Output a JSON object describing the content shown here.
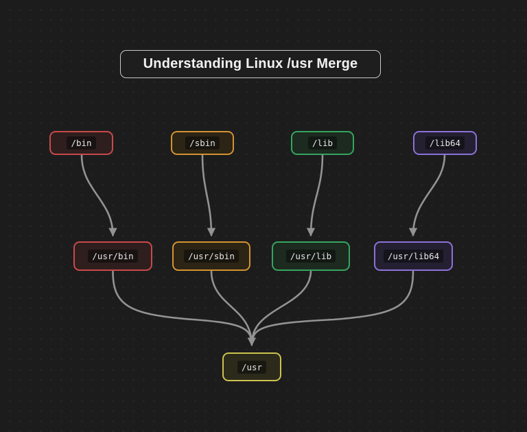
{
  "title": "Understanding Linux /usr Merge",
  "colors": {
    "red": "#c94a4a",
    "red_bg": "#2e1e1e",
    "orange": "#d3942f",
    "orange_bg": "#2c2415",
    "green": "#35a55e",
    "green_bg": "#1d2a20",
    "purple": "#8c72d8",
    "purple_bg": "#242031",
    "yellow": "#cdc24e",
    "yellow_bg": "#2b2a1b",
    "edge": "#939393",
    "title_border": "#c9c9c9"
  },
  "nodes": {
    "bin": {
      "label": "/bin"
    },
    "sbin": {
      "label": "/sbin"
    },
    "lib": {
      "label": "/lib"
    },
    "lib64": {
      "label": "/lib64"
    },
    "usr_bin": {
      "label": "/usr/bin"
    },
    "usr_sbin": {
      "label": "/usr/sbin"
    },
    "usr_lib": {
      "label": "/usr/lib"
    },
    "usr_lib64": {
      "label": "/usr/lib64"
    },
    "usr": {
      "label": "/usr"
    }
  },
  "edges": [
    {
      "from": "/bin",
      "to": "/usr/bin"
    },
    {
      "from": "/sbin",
      "to": "/usr/sbin"
    },
    {
      "from": "/lib",
      "to": "/usr/lib"
    },
    {
      "from": "/lib64",
      "to": "/usr/lib64"
    },
    {
      "from": "/usr/bin",
      "to": "/usr"
    },
    {
      "from": "/usr/sbin",
      "to": "/usr"
    },
    {
      "from": "/usr/lib",
      "to": "/usr"
    },
    {
      "from": "/usr/lib64",
      "to": "/usr"
    }
  ]
}
